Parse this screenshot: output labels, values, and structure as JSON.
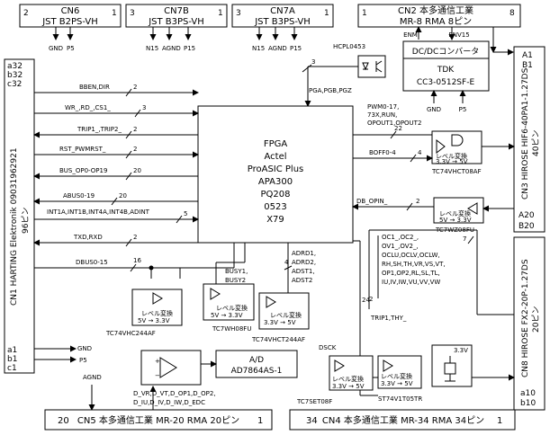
{
  "connectors": {
    "cn6": {
      "name": "CN6",
      "part": "JST B2PS-VH",
      "pin_left": "2",
      "pin_right": "1",
      "signals": [
        "GND",
        "P5"
      ]
    },
    "cn7b": {
      "name": "CN7B",
      "part": "JST B3PS-VH",
      "pin_left": "3",
      "pin_right": "1",
      "signals": [
        "N15",
        "AGND",
        "P15"
      ]
    },
    "cn7a": {
      "name": "CN7A",
      "part": "JST B3PS-VH",
      "pin_left": "3",
      "pin_right": "1",
      "signals": [
        "N15",
        "AGND",
        "P15"
      ]
    },
    "cn2": {
      "title": "CN2 本多通信工業",
      "part": "MR-8 RMA 8ピン",
      "pin_left": "1",
      "pin_right": "8"
    },
    "cn1": {
      "label": "CN1 HARTING Elektronik 09031962921",
      "pins": "96ピン",
      "top_pins": [
        "a32",
        "b32",
        "c32"
      ],
      "bottom_pins": [
        "a1",
        "b1",
        "c1"
      ]
    },
    "cn3": {
      "label": "CN3 HIROSE HIF6-40PA1-1.27DS",
      "pins": "40ピン",
      "top_pins": [
        "A1",
        "B1"
      ],
      "bottom_pins": [
        "A20",
        "B20"
      ]
    },
    "cn8": {
      "label": "CN8 HIROSE FX2-20P-1.27DS",
      "pins": "20ピン",
      "bottom_pins": [
        "a10",
        "b10"
      ]
    },
    "cn5": {
      "label": "CN5 本多通信工業 MR-20 RMA 20ピン",
      "pin_left": "20",
      "pin_right": "1"
    },
    "cn4": {
      "label": "CN4 本多通信工業 MR-34 RMA 34ピン",
      "pin_left": "34",
      "pin_right": "1"
    }
  },
  "fpga": {
    "lines": [
      "FPGA",
      "Actel",
      "ProASIC Plus",
      "APA300",
      "PQ208",
      "0523",
      "X79"
    ]
  },
  "dcdc": {
    "title": "DC/DCコンバータ",
    "maker": "TDK",
    "part": "CC3-0512SF-E",
    "enm": "ENM",
    "env15": "ENV15",
    "gnd": "GND",
    "p5": "P5"
  },
  "hcpl": {
    "label": "HCPL0453",
    "bus_count": "3",
    "signal": "PGA,PGB,PGZ"
  },
  "left_signals": [
    {
      "label": "BBEN,DIR",
      "count": "2"
    },
    {
      "label": "WR_,RD_,CS1_",
      "count": "3"
    },
    {
      "label": "TRIP1_,TRIP2_",
      "count": "2"
    },
    {
      "label": "RST_PWMRST_",
      "count": "2"
    },
    {
      "label": "BUS_OP0-OP19",
      "count": "20"
    },
    {
      "label": "ABUS0-19",
      "count": "20"
    },
    {
      "label": "INT1A,INT1B,INT4A,INT4B,ADINT",
      "count": "5"
    },
    {
      "label": "TXD,RXD",
      "count": "2"
    },
    {
      "label": "DBUS0-15",
      "count": "16"
    }
  ],
  "right_signals": {
    "pwm": {
      "label1": "PWM0-17,",
      "label2": "73X,RUN,",
      "label3": "OPOUT1,OPOUT2",
      "count": "22"
    },
    "boff": {
      "label": "BOFF0-4",
      "count": "4"
    },
    "db": {
      "label": "DB_OPIN_",
      "count": "2"
    }
  },
  "level_shifters": {
    "title": "レベル変換",
    "vhct08": {
      "range": "3.3V → 5V",
      "part": "TC74VHCT08AF"
    },
    "wz08": {
      "range": "5V → 3.3V",
      "part": "TC7WZ08FU"
    },
    "vhc244": {
      "range": "5V → 3.3V",
      "part": "TC74VHC244AF"
    },
    "wh08": {
      "range": "5V → 3.3V",
      "part": "TC7WH08FU"
    },
    "vhct244": {
      "range": "3.3V → 5V",
      "part": "TC74VHCT244AF"
    },
    "set08": {
      "range": "3.3V → 5V",
      "part": "TC7SET08F"
    },
    "st74": {
      "range": "3.3V → 5V",
      "part": "ST74V1T05TR"
    }
  },
  "misc": {
    "busy": "BUSY1,",
    "busy2": "BUSY2",
    "adrd1": "ADRD1,",
    "adrd2": "ADRD2,",
    "adst1": "ADST1,",
    "adst2": "ADST2",
    "count_4": "4",
    "adc_title": "A/D",
    "adc_part": "AD7864AS-1",
    "dsck": "DSCK",
    "trip": "TRIP1,THY_",
    "oc_lines": [
      "OC1_,OC2_,",
      "OV1_,OV2_,",
      "OCLU,OCLV,OCLW,",
      "RH,SH,TH,VR,VS,VT,",
      "OP1,OP2,RL,SL,TL,",
      "IU,IV,IW,VU,VV,VW"
    ],
    "oc_count": "7",
    "count24": "24",
    "count2b": "2",
    "analog_signals": "D_VR,D_VT,D_OP1,D_OP2,",
    "analog_signals2": "D_IU,D_IV,D_IW,D_EDC",
    "v33": "3.3V",
    "gnd": "GND",
    "p5": "P5",
    "agnd": "AGND"
  }
}
